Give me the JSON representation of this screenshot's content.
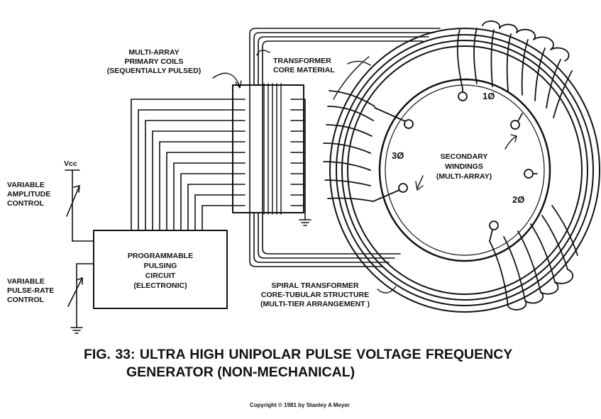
{
  "labels": {
    "primary_coils": [
      "MULTI-ARRAY",
      "PRIMARY COILS",
      "(SEQUENTIALLY PULSED)"
    ],
    "core_material": [
      "TRANSFORMER",
      "CORE MATERIAL"
    ],
    "vcc": "Vcc",
    "amplitude": [
      "VARIABLE",
      "AMPLITUDE",
      "CONTROL"
    ],
    "pulse_rate": [
      "VARIABLE",
      "PULSE-RATE",
      "CONTROL"
    ],
    "pulsing_circuit": [
      "PROGRAMMABLE",
      "PULSING",
      "CIRCUIT",
      "(ELECTRONIC)"
    ],
    "secondary": [
      "SECONDARY",
      "WINDINGS",
      "(MULTI-ARRAY)"
    ],
    "phase1": "1Ø",
    "phase2": "2Ø",
    "phase3": "3Ø",
    "spiral_core": [
      "SPIRAL TRANSFORMER",
      "CORE-TUBULAR STRUCTURE",
      "(MULTI-TIER ARRANGEMENT )"
    ]
  },
  "caption": {
    "line1": "FIG. 33: ULTRA HIGH UNIPOLAR PULSE   VOLTAGE FREQUENCY",
    "line2": "GENERATOR    (NON-MECHANICAL)"
  },
  "copyright": "Copyright © 1981 by Stanley A Meyer",
  "colors": {
    "ink": "#111111",
    "paper": "#ffffff"
  }
}
